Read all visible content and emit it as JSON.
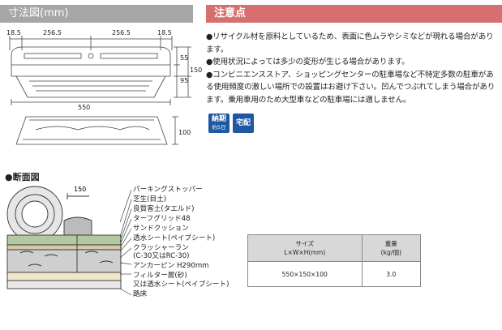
{
  "headers": {
    "dimensions": "寸法図(mm)",
    "cautions": "注意点"
  },
  "dimensions": {
    "top": [
      "18.5",
      "256.5",
      "256.5",
      "18.5"
    ],
    "heights": [
      "55",
      "95",
      "150"
    ],
    "width": "550",
    "bottom_height": "100"
  },
  "cautions": [
    "●リサイクル材を原料としているため、表面に色ムラやシミなどが現れる場合があります。",
    "●使用状況によっては多少の変形が生じる場合があります。",
    "●コンビニエンスストア、ショッピングセンターの駐車場など不特定多数の駐車がある使用頻度の激しい場所での設置はお避け下さい。凹んでつぶれてしまう場合があります。乗用車用のため大型車などの駐車場には適しません。"
  ],
  "badges": {
    "lead_time": {
      "main": "納期",
      "sub": "約5日"
    },
    "delivery": {
      "main": "宅配"
    }
  },
  "section": {
    "title": "●断面図",
    "wheel_size": "150"
  },
  "cross_section_labels": [
    "パーキングストッパー",
    "芝生(目土)",
    "良質客土(タエルド)",
    "ターフグリッド48",
    "サンドクッション",
    "透水シート(ペイブシート)",
    "クラッシャーラン",
    "(C-30又はRC-30)",
    "アンカーピン H290mm",
    "フィルター層(砂)",
    "又は透水シート(ペイブシート)",
    "路床"
  ],
  "spec_table": {
    "headers": [
      [
        "サイズ",
        "L×W×H(mm)"
      ],
      [
        "重量",
        "(kg/個)"
      ]
    ],
    "rows": [
      [
        "550×150×100",
        "3.0"
      ]
    ]
  },
  "colors": {
    "dim_header": "#a6a6a6",
    "caution_header": "#d86f6f",
    "badge": "#1d58a5",
    "table_header": "#d8d8d8"
  }
}
